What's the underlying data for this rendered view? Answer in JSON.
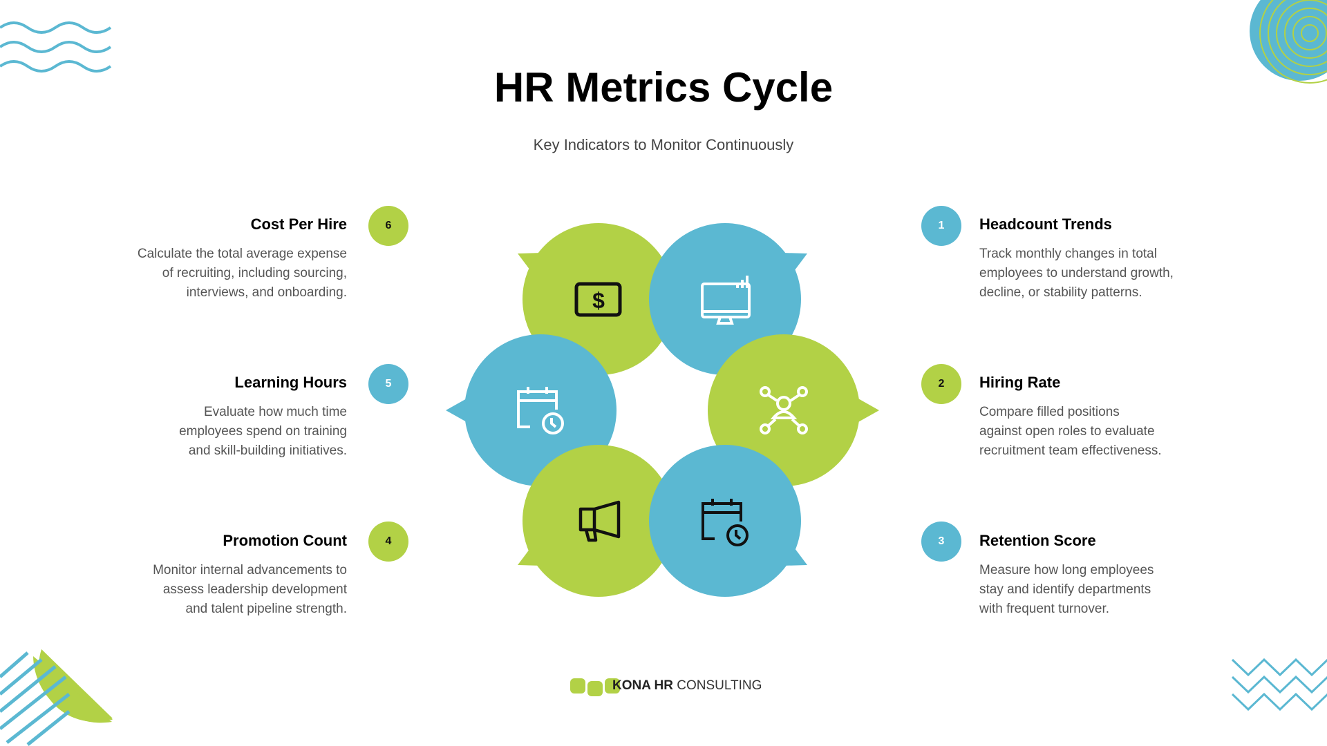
{
  "title": "HR Metrics Cycle",
  "subtitle": "Key Indicators to Monitor Continuously",
  "colors": {
    "green": "#b2d146",
    "blue": "#5bb8d2"
  },
  "items": [
    {
      "num": "1",
      "title": "Headcount Trends",
      "lines": [
        "Track monthly changes in total",
        "employees to understand growth,",
        "decline, or stability patterns."
      ],
      "icon": "monitor-chart-icon"
    },
    {
      "num": "2",
      "title": "Hiring Rate",
      "lines": [
        "Compare filled positions",
        "against open roles to evaluate",
        "recruitment team effectiveness."
      ],
      "icon": "network-user-icon"
    },
    {
      "num": "3",
      "title": "Retention Score",
      "lines": [
        "Measure how long employees",
        "stay and identify departments",
        "with frequent turnover."
      ],
      "icon": "calendar-clock-icon"
    },
    {
      "num": "4",
      "title": "Promotion Count",
      "lines": [
        "Monitor internal advancements to",
        "assess leadership development",
        "and talent pipeline strength."
      ],
      "icon": "megaphone-icon"
    },
    {
      "num": "5",
      "title": "Learning Hours",
      "lines": [
        "Evaluate how much time",
        "employees spend on training",
        "and skill-building initiatives."
      ],
      "icon": "calendar-clock-icon"
    },
    {
      "num": "6",
      "title": "Cost Per Hire",
      "lines": [
        "Calculate the total average expense",
        "of recruiting, including sourcing,",
        "interviews, and onboarding."
      ],
      "icon": "dollar-bill-icon"
    }
  ],
  "footer": {
    "brand_bold": "KONA HR",
    "brand_rest": " CONSULTING"
  }
}
